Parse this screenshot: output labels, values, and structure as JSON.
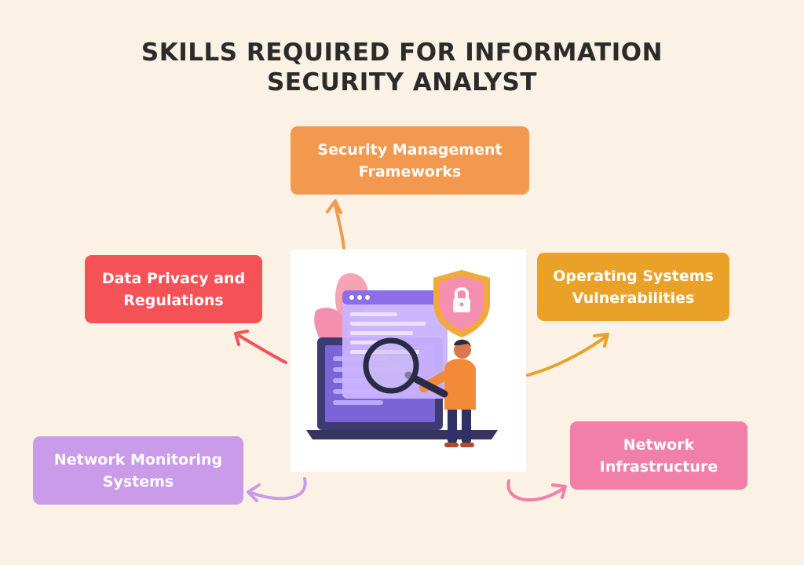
{
  "title": {
    "line1": "SKILLS REQUIRED FOR INFORMATION",
    "line2": "SECURITY ANALYST"
  },
  "skills": {
    "security_management": {
      "line1": "Security Management",
      "line2": "Frameworks",
      "color": "#f2994f"
    },
    "data_privacy": {
      "line1": "Data Privacy and",
      "line2": "Regulations",
      "color": "#f45257"
    },
    "operating_systems": {
      "line1": "Operating Systems",
      "line2": "Vulnerabilities",
      "color": "#e9a128"
    },
    "network_monitoring": {
      "line1": "Network Monitoring",
      "line2": "Systems",
      "color": "#c99be8"
    },
    "network_infrastructure": {
      "line1": "Network",
      "line2": "Infrastructure",
      "color": "#f17fa7"
    }
  },
  "illustration": {
    "subject": "analyst-with-magnifier-and-laptop",
    "icons": [
      "shield-lock-icon",
      "magnifier-icon",
      "laptop-icon",
      "browser-window-icon",
      "leaf-icon"
    ]
  },
  "colors": {
    "background": "#fbf1e4",
    "title": "#2b2b2b"
  }
}
